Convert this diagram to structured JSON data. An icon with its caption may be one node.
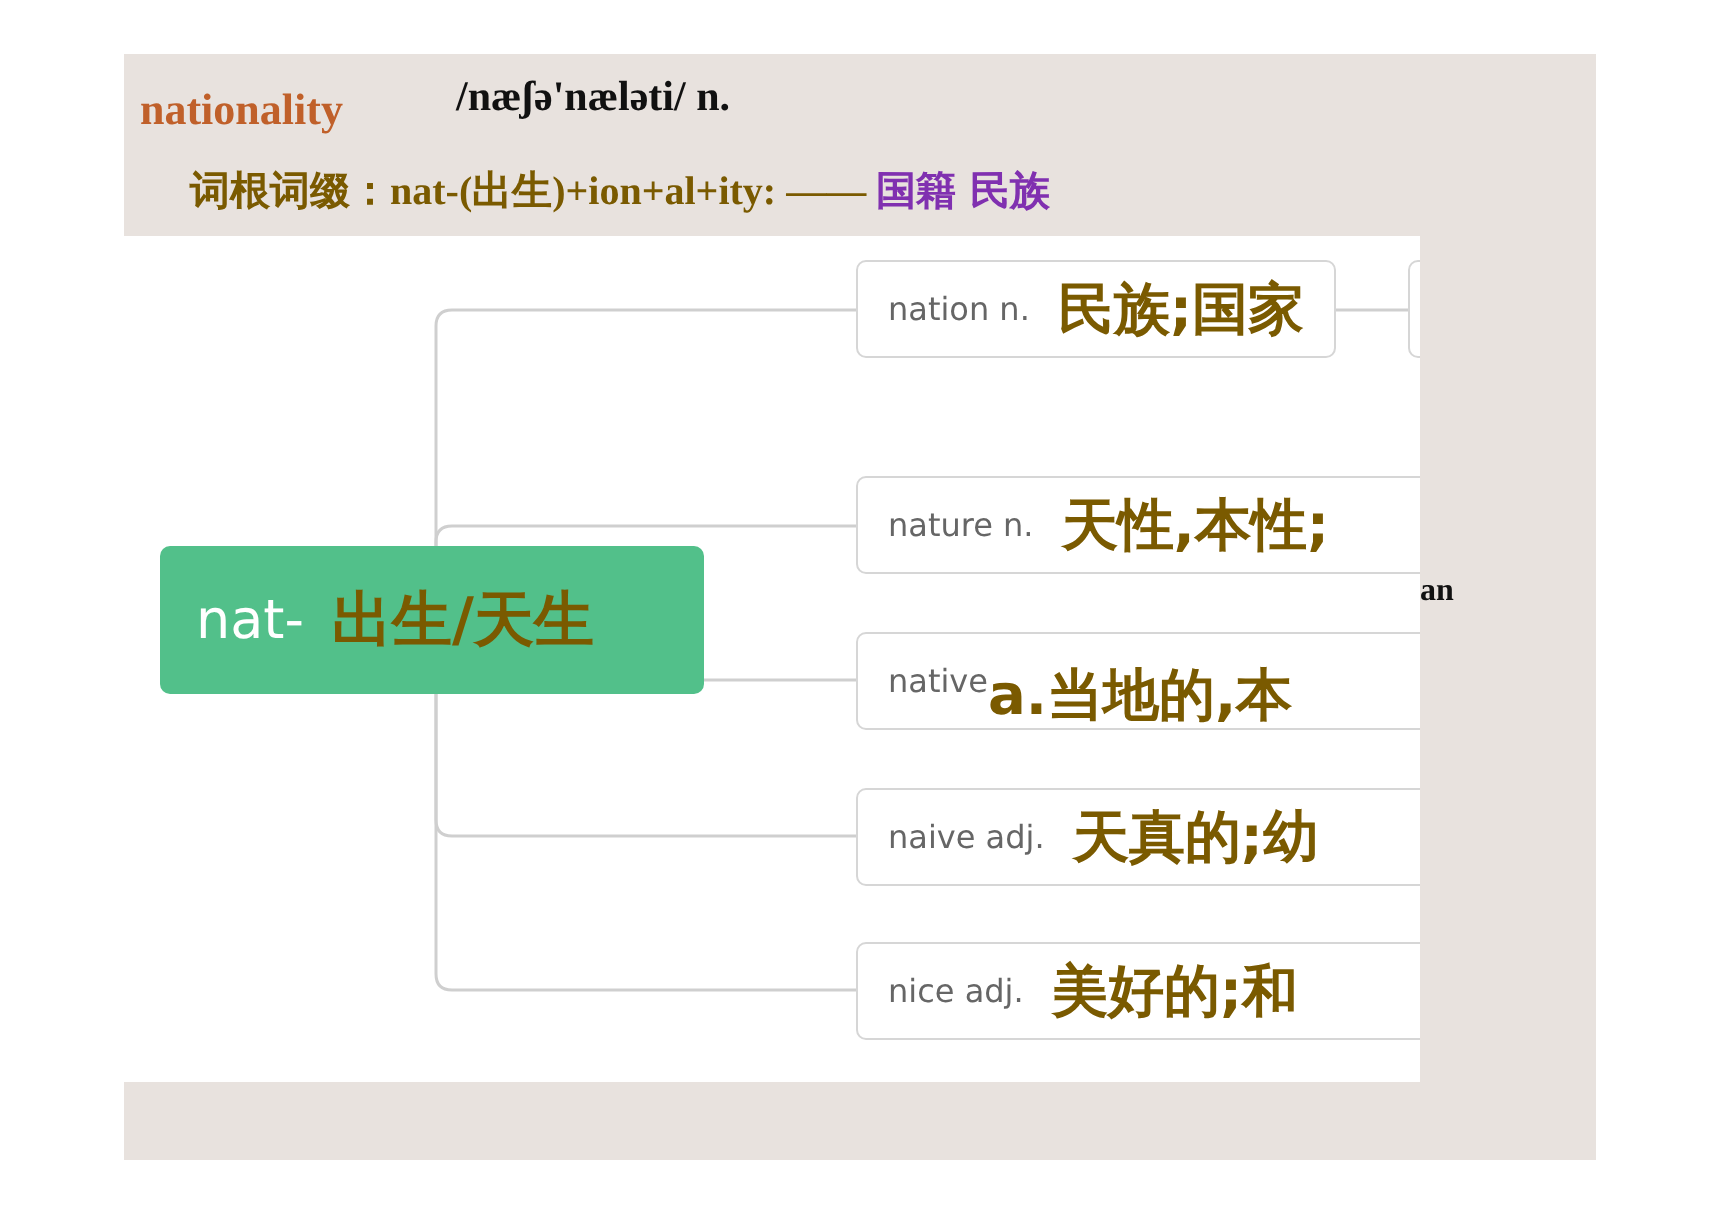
{
  "diagram": {
    "nodes": [
      {
        "text": [
          "nat-",
          "出生/天生"
        ]
      },
      {
        "text": [
          "nation n.",
          "民族;国家"
        ]
      },
      {
        "text": [
          "nature n.",
          "天性,本性;"
        ]
      },
      {
        "text": [
          "native",
          "a.当地的,本"
        ]
      },
      {
        "text": [
          "naive adj.",
          "天真的;幼"
        ]
      },
      {
        "text": [
          "nice adj.",
          "美好的;和"
        ]
      },
      {
        "text": [],
        "shape": "box"
      }
    ],
    "edges": [
      {
        "from": 0,
        "to": 1,
        "arrow": "none"
      },
      {
        "from": 0,
        "to": 2,
        "arrow": "none"
      },
      {
        "from": 0,
        "to": 3,
        "arrow": "none"
      },
      {
        "from": 0,
        "to": 4,
        "arrow": "none"
      },
      {
        "from": 0,
        "to": 5,
        "arrow": "none"
      },
      {
        "from": 1,
        "to": 6,
        "arrow": "none"
      }
    ],
    "labels": [
      "nationality",
      "/næʃə'nælәti/ n.",
      "词根词缀：nat-(出生)+ion+al+ity: ——",
      "国籍 民族",
      "an"
    ]
  }
}
